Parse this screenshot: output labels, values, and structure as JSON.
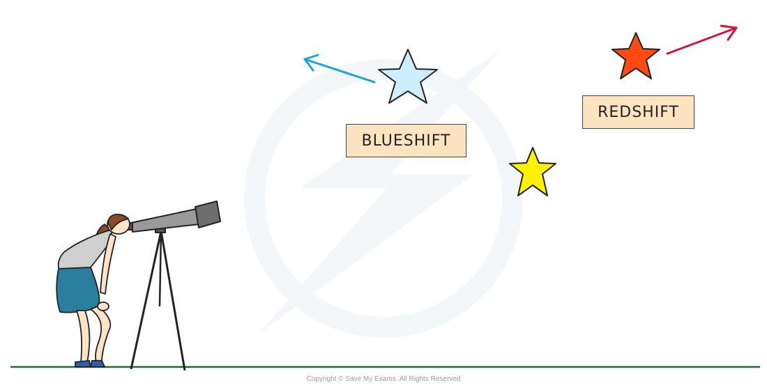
{
  "labels": {
    "blueshift": "BLUESHIFT",
    "redshift": "REDSHIFT"
  },
  "copyright": "Copyright © Save My Exams. All Rights Reserved",
  "colors": {
    "blueshift_star": "#cdeefc",
    "redshift_star": "#ff4a12",
    "reference_star": "#fff200",
    "blue_arrow": "#1ba4d9",
    "red_arrow": "#d4143c",
    "label_fill": "#fde4c0",
    "ground": "#1a6e2a",
    "skirt": "#2b7f9e",
    "shirt": "#cfcfcf",
    "telescope": "#8c8c8c"
  },
  "icons": {
    "observer": "person-with-telescope",
    "watermark": "lightning-logo"
  }
}
